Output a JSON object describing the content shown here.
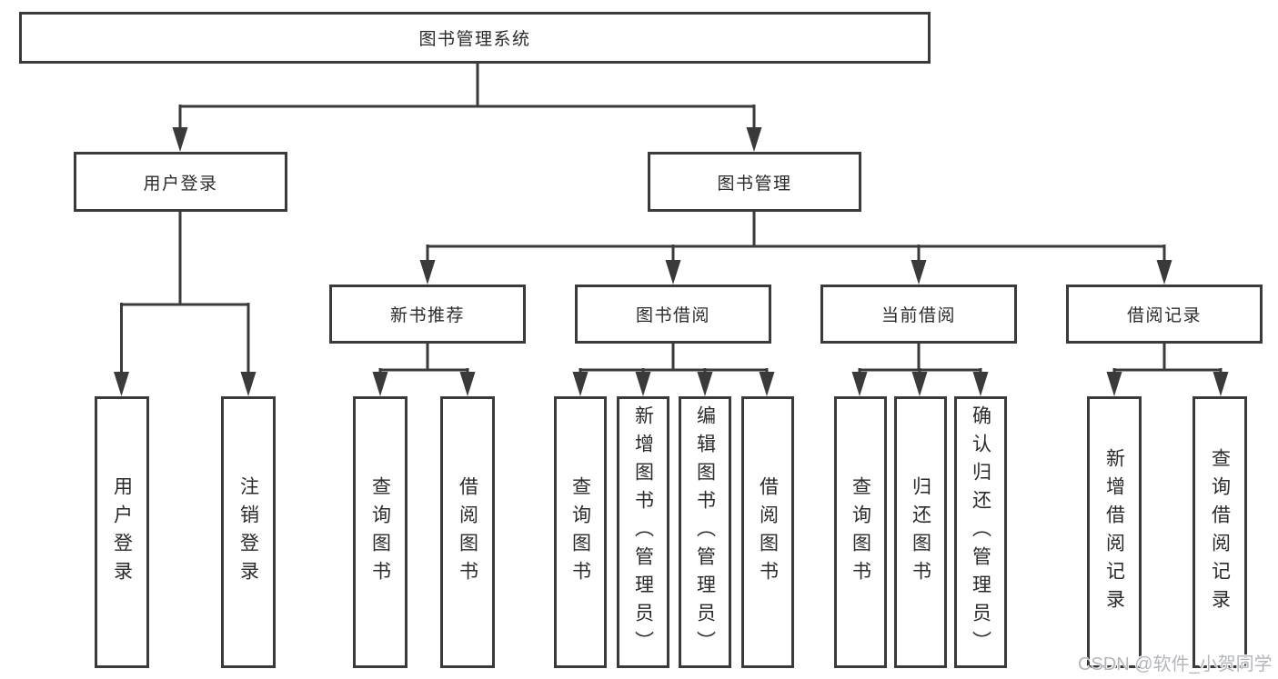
{
  "diagram": {
    "type": "hierarchy-tree",
    "colors": {
      "line": "#3a3a3a",
      "box_border": "#3a3a3a",
      "text": "#2a2a2a",
      "watermark_text": "#b3b6ba",
      "background": "#ffffff"
    }
  },
  "tree": {
    "label": "图书管理系统",
    "children": [
      {
        "label": "用户登录",
        "children": [
          {
            "label": "用户登录"
          },
          {
            "label": "注销登录"
          }
        ]
      },
      {
        "label": "图书管理",
        "children": [
          {
            "label": "新书推荐",
            "children": [
              {
                "label": "查询图书"
              },
              {
                "label": "借阅图书"
              }
            ]
          },
          {
            "label": "图书借阅",
            "children": [
              {
                "label": "查询图书"
              },
              {
                "label": "新增图书（管理员）"
              },
              {
                "label": "编辑图书（管理员）"
              },
              {
                "label": "借阅图书"
              }
            ]
          },
          {
            "label": "当前借阅",
            "children": [
              {
                "label": "查询图书"
              },
              {
                "label": "归还图书"
              },
              {
                "label": "确认归还（管理员）"
              }
            ]
          },
          {
            "label": "借阅记录",
            "children": [
              {
                "label": "新增借阅记录"
              },
              {
                "label": "查询借阅记录"
              }
            ]
          }
        ]
      }
    ]
  },
  "watermark": {
    "text": "CSDN @软件_小贺同学"
  }
}
